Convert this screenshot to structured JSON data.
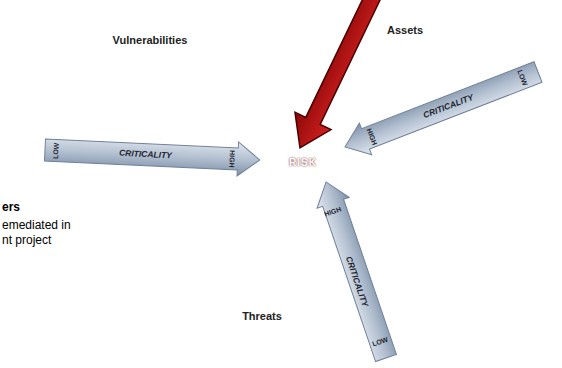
{
  "diagram": {
    "nodes": [
      {
        "text": [
          "Vulnerabilities"
        ]
      },
      {
        "text": [
          "Assets"
        ]
      },
      {
        "text": [
          "Threats"
        ]
      },
      {
        "text": [
          "RISK"
        ]
      }
    ],
    "labels": [
      "ers",
      "emediated in",
      "nt project",
      "LOW",
      "CRITICALITY",
      "HIGH",
      "HIGH",
      "CRITICALITY",
      "LOW",
      "HIGH",
      "CRITICALITY",
      "LOW"
    ]
  }
}
